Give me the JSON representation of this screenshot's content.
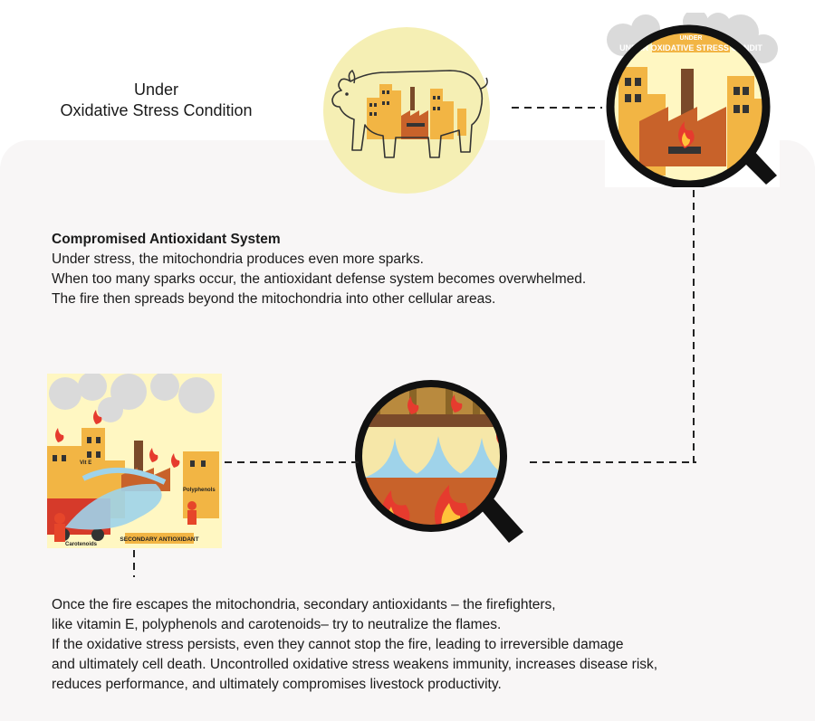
{
  "title": {
    "line1": "Under",
    "line2": "Oxidative Stress Condition"
  },
  "section1": {
    "heading": "Compromised Antioxidant System",
    "lines": [
      "Under stress, the mitochondria produces even more sparks.",
      "When too many sparks occur, the antioxidant defense system becomes overwhelmed.",
      "The fire then spreads beyond the mitochondria into other cellular areas."
    ]
  },
  "section2": {
    "lines": [
      "Once the fire escapes the mitochondria, secondary antioxidants – the firefighters,",
      "like vitamin E, polyphenols and carotenoids– try to neutralize the flames.",
      "If the oxidative stress persists, even they cannot stop the fire, leading to irreversible damage",
      "and ultimately cell death. Uncontrolled oxidative stress weakens immunity, increases disease risk,",
      "reduces performance, and ultimately compromises livestock productivity."
    ]
  },
  "magnifier_top": {
    "banner_text": "UNDER OXIDATIVE STRESS CONDIT"
  },
  "firefight": {
    "label_vit_e": "Vit E",
    "label_polyphenols": "Polyphenols",
    "label_carotenoids": "Carotenoids",
    "label_secondary": "SECONDARY ANTIOXIDANT"
  },
  "colors": {
    "panel_bg": "#f8f6f6",
    "pig_circle": "#f5efb4",
    "building": "#f2b544",
    "factory": "#c8622a",
    "flame": "#e63b2e",
    "flame_inner": "#ffc23a",
    "water": "#9fd3ea",
    "cloud": "#d8d8d8"
  }
}
